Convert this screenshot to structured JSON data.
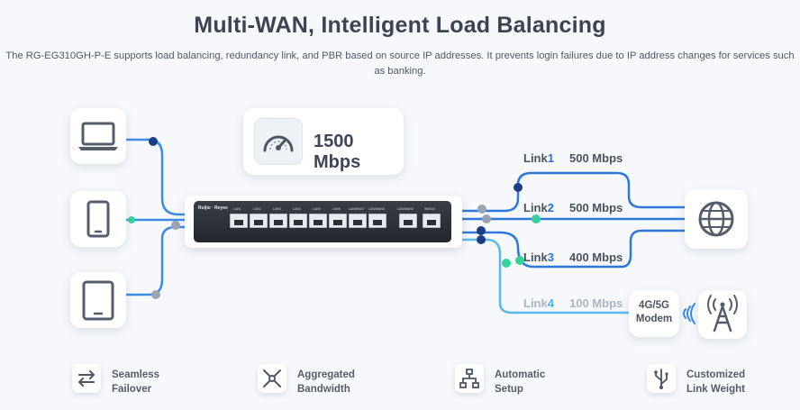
{
  "header": {
    "title": "Multi-WAN, Intelligent Load Balancing",
    "subtitle": "The RG-EG310GH-P-E supports load balancing, redundancy link, and PBR based on source IP addresses. It prevents login failures due to IP address changes for services such as banking."
  },
  "speed_badge": {
    "value": "1500 Mbps",
    "icon": "speedometer-icon"
  },
  "clients": [
    {
      "icon": "laptop-icon"
    },
    {
      "icon": "phone-icon"
    },
    {
      "icon": "tablet-icon"
    }
  ],
  "router": {
    "brand": "Ruijie · Reyee",
    "port_labels": [
      "LAN1",
      "LAN2",
      "LAN3",
      "LAN4",
      "LAN5",
      "LAN6",
      "LAN/WAN7",
      "LAN/WAN8",
      "LAN/WAN9",
      "WAN10"
    ]
  },
  "links": [
    {
      "label": "Link",
      "num": "1",
      "speed": "500 Mbps"
    },
    {
      "label": "Link",
      "num": "2",
      "speed": "500 Mbps"
    },
    {
      "label": "Link",
      "num": "3",
      "speed": "400 Mbps"
    },
    {
      "label": "Link",
      "num": "4",
      "speed": "100 Mbps"
    }
  ],
  "internet": {
    "icon": "globe-icon"
  },
  "modem": {
    "line1": "4G/5G",
    "line2": "Modem",
    "icon": "signal-waves-icon"
  },
  "tower": {
    "icon": "cell-tower-icon"
  },
  "features": [
    {
      "line1": "Seamless",
      "line2": "Failover",
      "icon": "failover-arrows-icon"
    },
    {
      "line1": "Aggregated",
      "line2": "Bandwidth",
      "icon": "aggregate-arrows-icon"
    },
    {
      "line1": "Automatic",
      "line2": "Setup",
      "icon": "hierarchy-icon"
    },
    {
      "line1": "Customized",
      "line2": "Link Weight",
      "icon": "usb-fork-icon"
    }
  ],
  "colors": {
    "line_blue": "#2f78db",
    "line_light": "#5bb8ef",
    "node_dark": "#1d3c86",
    "node_green": "#35d39c",
    "node_gray": "#9aa4b3"
  }
}
